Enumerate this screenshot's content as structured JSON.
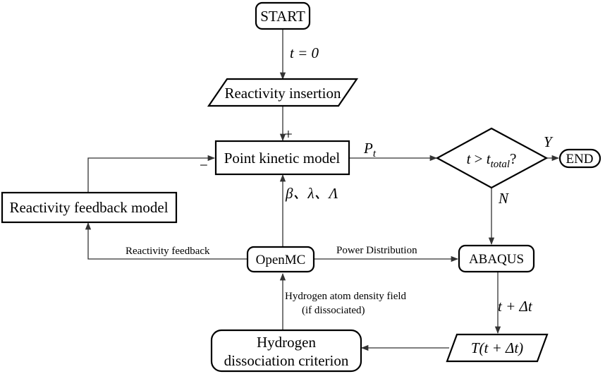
{
  "nodes": {
    "start": "START",
    "reactivity_insertion": "Reactivity insertion",
    "point_kinetic_model": "Point kinetic model",
    "decision_var": "t",
    "decision_op": " > ",
    "decision_sub_base": "t",
    "decision_subscript": "total",
    "decision_q": "?",
    "end": "END",
    "reactivity_feedback_model": "Reactivity feedback model",
    "openmc": "OpenMC",
    "abaqus": "ABAQUS",
    "hydrogen_line1": "Hydrogen",
    "hydrogen_line2": "dissociation criterion",
    "temperature": "T(t + Δt)"
  },
  "edge_labels": {
    "t_zero": "t = 0",
    "plus": "+",
    "minus": "−",
    "pt_base": "P",
    "pt_sub": "t",
    "yes": "Y",
    "no": "N",
    "kinetic_params": "β、λ、Λ",
    "reactivity_feedback": "Reactivity feedback",
    "power_distribution": "Power Distribution",
    "hydrogen_density_line1": "Hydrogen atom density field",
    "hydrogen_density_line2": "(if dissociated)",
    "t_plus_dt": "t + Δt"
  }
}
